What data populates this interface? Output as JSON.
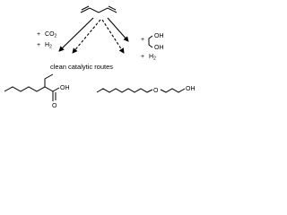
{
  "caption": "clean catalytic routes",
  "left_reagents": {
    "co2": {
      "sign": "+",
      "base": "CO",
      "sub": "2"
    },
    "h2": {
      "sign": "+",
      "base": "H",
      "sub": "2"
    }
  },
  "right_reagents": {
    "glycol_top": "OH",
    "glycol_bottom": "OH",
    "h2": {
      "sign": "+",
      "base": "H",
      "sub": "2"
    },
    "glycol_sign": "+"
  },
  "acid_labels": {
    "oh": "OH",
    "o": "O"
  },
  "ether_labels": {
    "o": "O",
    "oh": "OH"
  },
  "colors": {
    "ink": "#000000",
    "background": "#ffffff"
  }
}
